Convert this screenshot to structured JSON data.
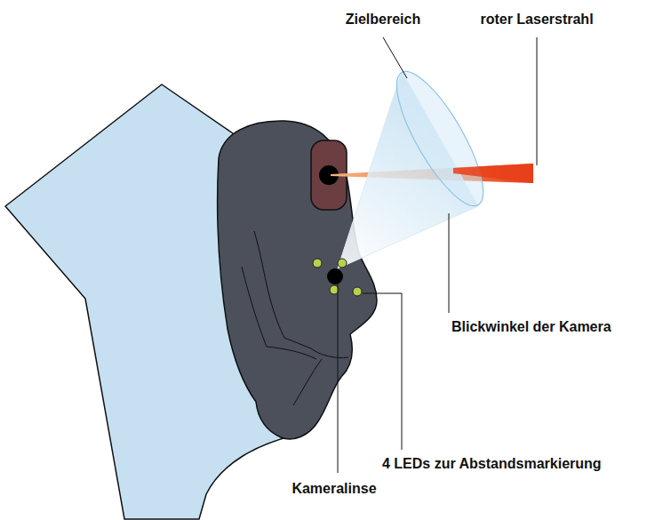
{
  "diagram": {
    "labels": [
      "Zielbereich",
      "roter Laserstrahl",
      "Blickwinkel der Kamera",
      "4 LEDs zur Abstandsmarkierung",
      "Kameralinse"
    ]
  }
}
